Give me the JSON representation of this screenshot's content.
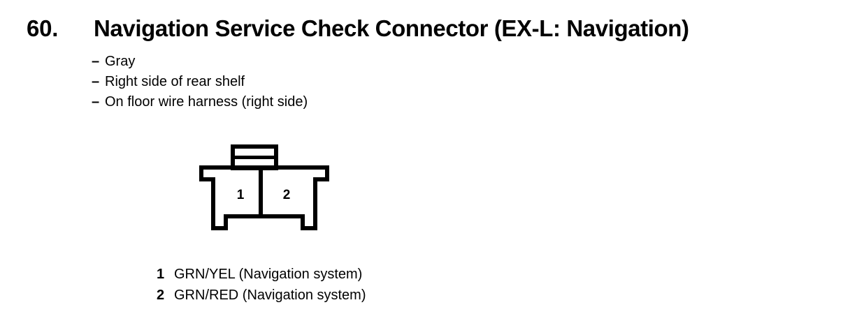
{
  "page": {
    "background_color": "#ffffff",
    "ink_color": "#000000"
  },
  "heading": {
    "number": "60.",
    "title": "Navigation Service Check Connector (EX-L: Navigation)"
  },
  "specs": {
    "dash": "–",
    "items": [
      {
        "text": "Gray"
      },
      {
        "text": "Right side of rear shelf"
      },
      {
        "text": "On floor wire harness (right side)"
      }
    ]
  },
  "connector": {
    "name": "2-pin connector outline",
    "cavity_labels": [
      "1",
      "2"
    ],
    "cavity_count": 2
  },
  "pin_legend": {
    "rows": [
      {
        "num": "1",
        "desc": "GRN/YEL (Navigation system)"
      },
      {
        "num": "2",
        "desc": "GRN/RED (Navigation system)"
      }
    ]
  }
}
